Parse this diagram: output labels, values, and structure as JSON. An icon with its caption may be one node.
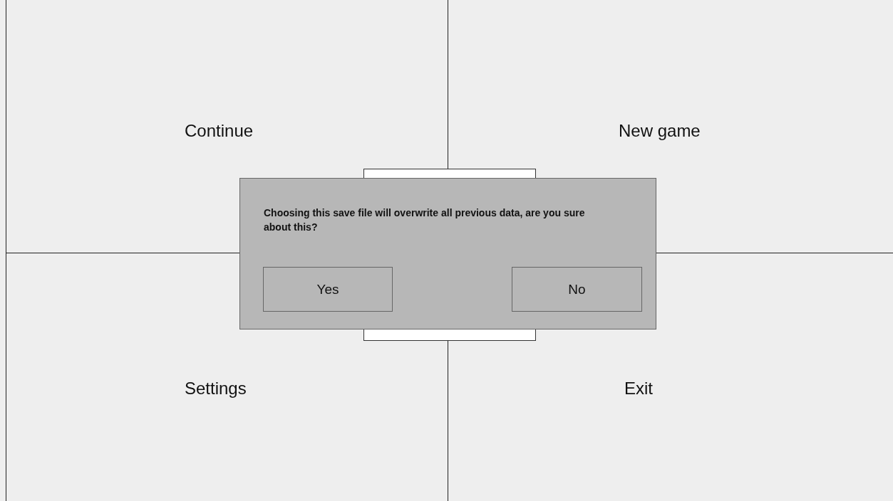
{
  "diagram": {
    "nodes": [
      {
        "text": [
          "Continue"
        ]
      },
      {
        "text": [
          "New game"
        ]
      },
      {
        "text": [
          "Choosing this save file will overwrite all previous data, are you sure about this?"
        ]
      },
      {
        "text": [
          "Yes"
        ]
      },
      {
        "text": [
          "No"
        ]
      },
      {
        "text": [
          "Settings"
        ]
      },
      {
        "text": [
          "Exit"
        ]
      }
    ]
  }
}
